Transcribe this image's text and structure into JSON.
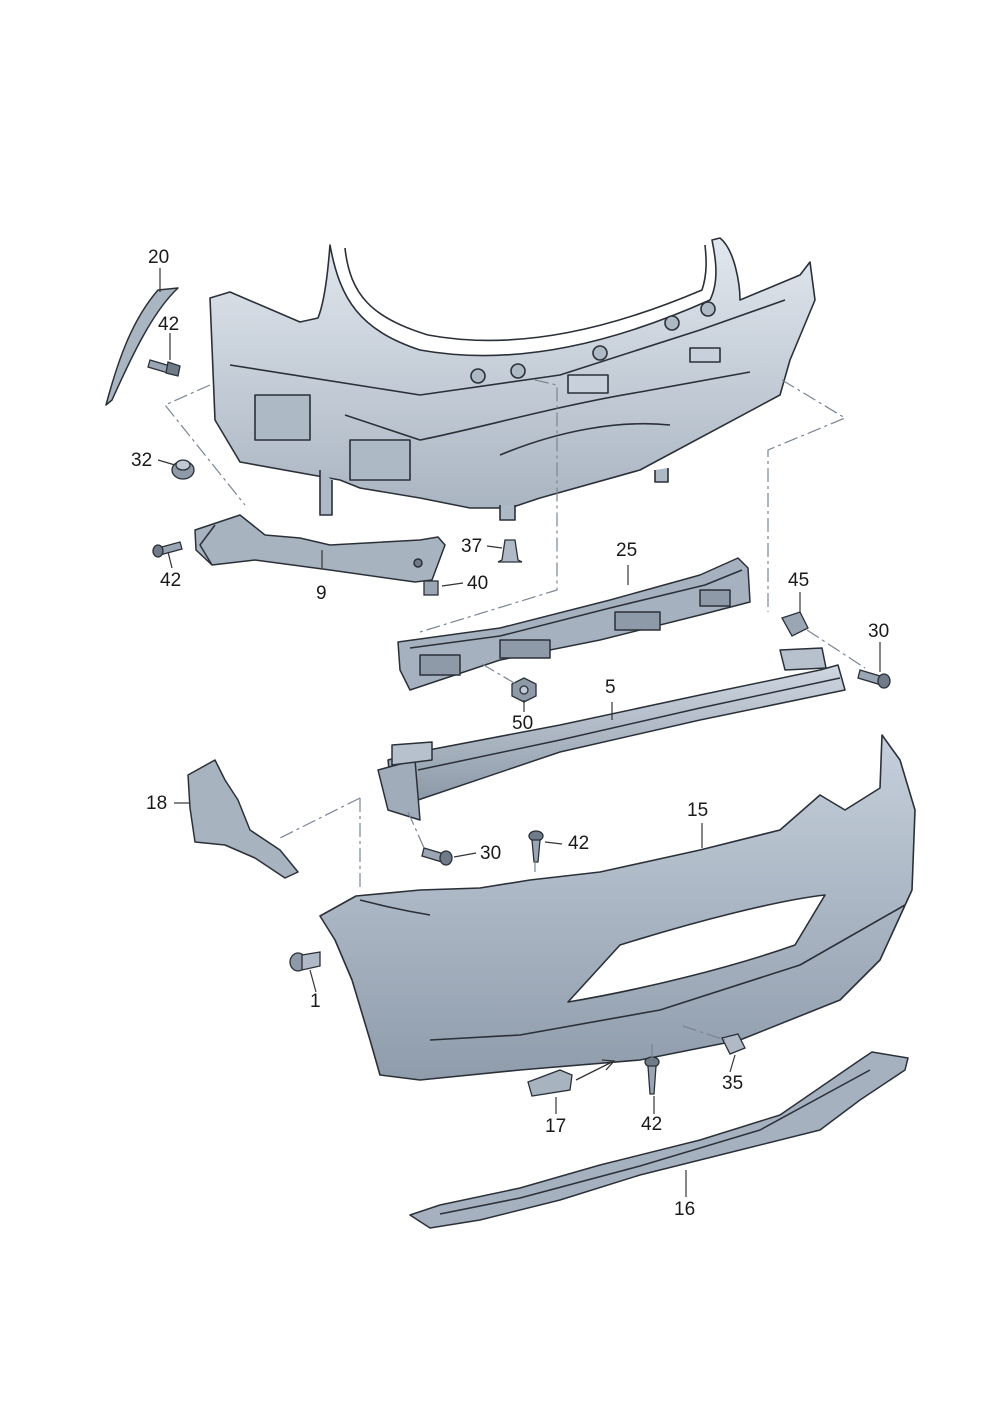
{
  "callouts": [
    {
      "id": "c20",
      "text": "20"
    },
    {
      "id": "c42a",
      "text": "42"
    },
    {
      "id": "c32",
      "text": "32"
    },
    {
      "id": "c42b",
      "text": "42"
    },
    {
      "id": "c9",
      "text": "9"
    },
    {
      "id": "c37",
      "text": "37"
    },
    {
      "id": "c40",
      "text": "40"
    },
    {
      "id": "c25",
      "text": "25"
    },
    {
      "id": "c45",
      "text": "45"
    },
    {
      "id": "c30a",
      "text": "30"
    },
    {
      "id": "c50",
      "text": "50"
    },
    {
      "id": "c5",
      "text": "5"
    },
    {
      "id": "c18",
      "text": "18"
    },
    {
      "id": "c30b",
      "text": "30"
    },
    {
      "id": "c42c",
      "text": "42"
    },
    {
      "id": "c15",
      "text": "15"
    },
    {
      "id": "c1",
      "text": "1"
    },
    {
      "id": "c35",
      "text": "35"
    },
    {
      "id": "c17",
      "text": "17"
    },
    {
      "id": "c42d",
      "text": "42"
    },
    {
      "id": "c16",
      "text": "16"
    }
  ],
  "colors": {
    "part_fill": "#b9c3cf",
    "part_fill_light": "#d3dbe4",
    "part_fill_dark": "#8e9aa8",
    "outline": "#2b3038",
    "leader": "#333333",
    "dashdot": "#7a8593"
  }
}
